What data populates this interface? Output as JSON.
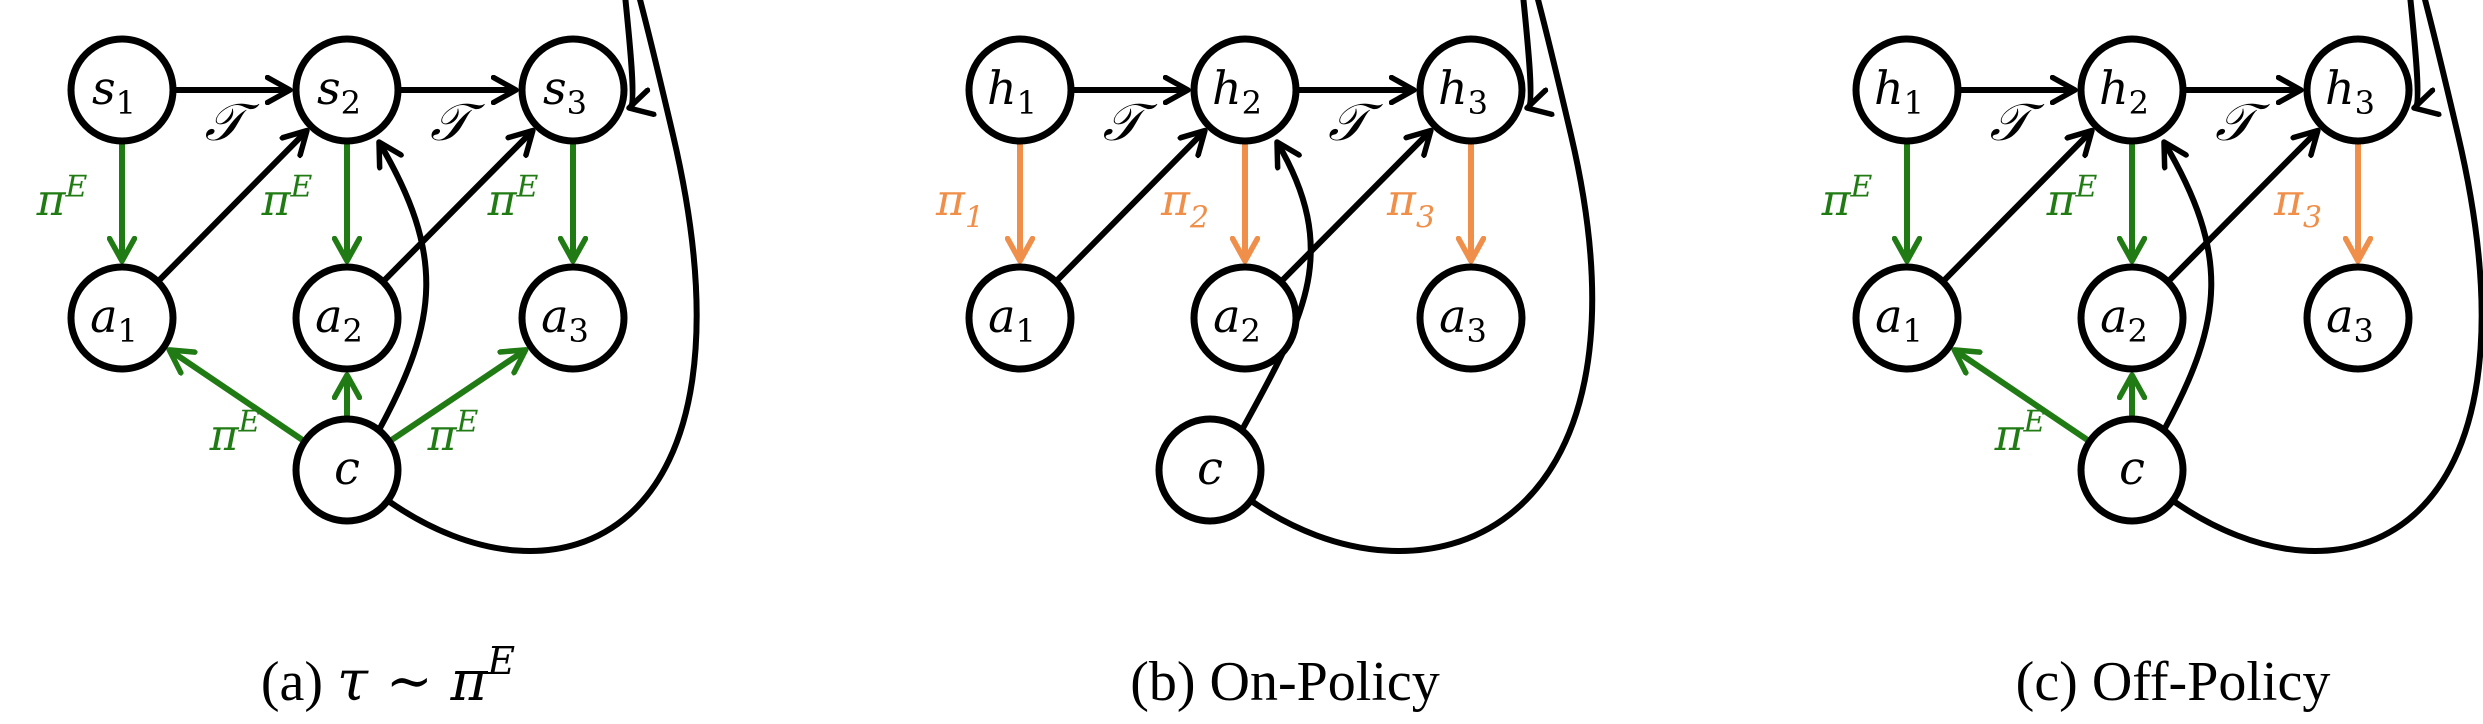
{
  "colors": {
    "black": "#000000",
    "green": "#217b14",
    "orange": "#ef8f4a"
  },
  "panels": [
    {
      "id": "a",
      "caption_prefix": "(a) ",
      "caption_math": "τ ∼ π",
      "caption_sup": "E",
      "nodes": {
        "n1": {
          "base": "s",
          "sub": "1"
        },
        "n2": {
          "base": "s",
          "sub": "2"
        },
        "n3": {
          "base": "s",
          "sub": "3"
        },
        "a1": {
          "base": "a",
          "sub": "1"
        },
        "a2": {
          "base": "a",
          "sub": "2"
        },
        "a3": {
          "base": "a",
          "sub": "3"
        },
        "c": {
          "base": "c",
          "sub": ""
        }
      },
      "transition_label": "𝒯",
      "policy_labels": [
        {
          "base": "π",
          "sup": "E",
          "color": "green"
        },
        {
          "base": "π",
          "sup": "E",
          "color": "green"
        },
        {
          "base": "π",
          "sup": "E",
          "color": "green"
        }
      ],
      "context_labels": [
        {
          "base": "π",
          "sup": "E",
          "color": "green"
        },
        {
          "base": "π",
          "sup": "E",
          "color": "green"
        }
      ],
      "context_edges": [
        "a1",
        "a2",
        "a3"
      ]
    },
    {
      "id": "b",
      "caption_prefix": "(b) On-Policy",
      "caption_math": "",
      "caption_sup": "",
      "nodes": {
        "n1": {
          "base": "h",
          "sub": "1"
        },
        "n2": {
          "base": "h",
          "sub": "2"
        },
        "n3": {
          "base": "h",
          "sub": "3"
        },
        "a1": {
          "base": "a",
          "sub": "1"
        },
        "a2": {
          "base": "a",
          "sub": "2"
        },
        "a3": {
          "base": "a",
          "sub": "3"
        },
        "c": {
          "base": "c",
          "sub": ""
        }
      },
      "transition_label": "𝒯",
      "policy_labels": [
        {
          "base": "π",
          "sub": "1",
          "color": "orange"
        },
        {
          "base": "π",
          "sub": "2",
          "color": "orange"
        },
        {
          "base": "π",
          "sub": "3",
          "color": "orange"
        }
      ],
      "context_labels": [],
      "context_edges": []
    },
    {
      "id": "c",
      "caption_prefix": "(c) Off-Policy",
      "caption_math": "",
      "caption_sup": "",
      "nodes": {
        "n1": {
          "base": "h",
          "sub": "1"
        },
        "n2": {
          "base": "h",
          "sub": "2"
        },
        "n3": {
          "base": "h",
          "sub": "3"
        },
        "a1": {
          "base": "a",
          "sub": "1"
        },
        "a2": {
          "base": "a",
          "sub": "2"
        },
        "a3": {
          "base": "a",
          "sub": "3"
        },
        "c": {
          "base": "c",
          "sub": ""
        }
      },
      "transition_label": "𝒯",
      "policy_labels": [
        {
          "base": "π",
          "sup": "E",
          "color": "green"
        },
        {
          "base": "π",
          "sup": "E",
          "color": "green"
        },
        {
          "base": "π",
          "sub": "3",
          "color": "orange"
        }
      ],
      "context_labels": [
        {
          "base": "π",
          "sup": "E",
          "color": "green"
        }
      ],
      "context_edges": [
        "a1",
        "a2"
      ]
    }
  ]
}
